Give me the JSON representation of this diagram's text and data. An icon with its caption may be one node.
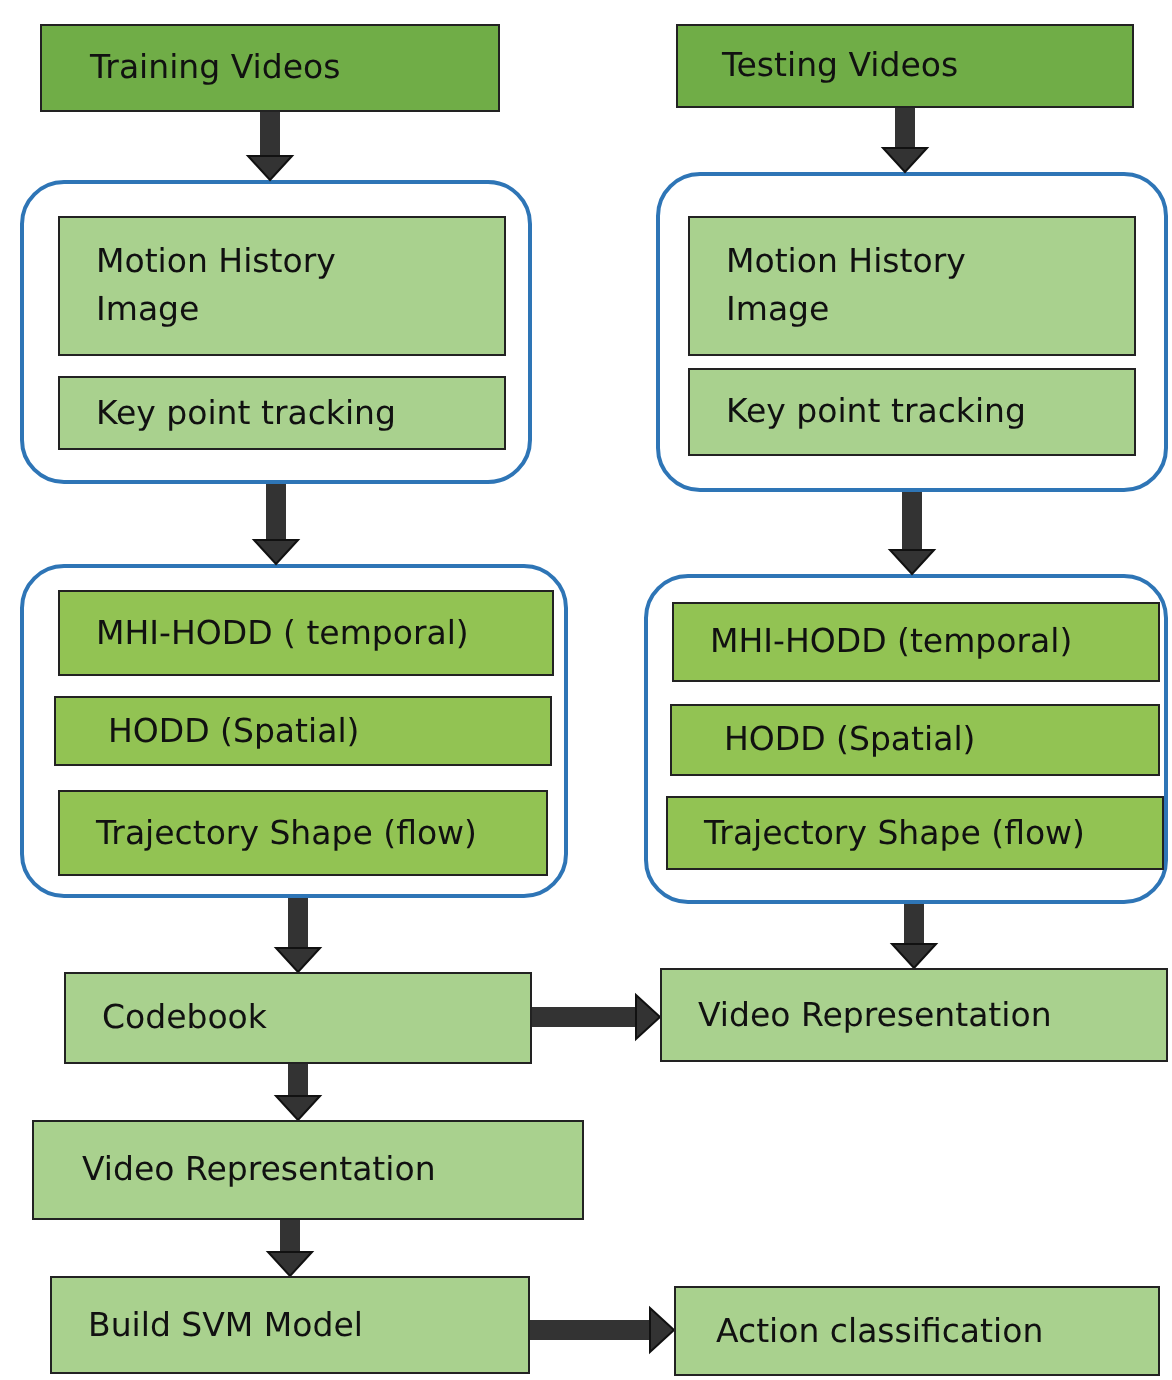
{
  "diagram": {
    "nodes": [
      {
        "text": [
          "Training Videos"
        ]
      },
      {
        "text": [],
        "shape": "box"
      },
      {
        "text": [
          "Motion History Image"
        ],
        "in": 1
      },
      {
        "text": [
          "Key point tracking"
        ],
        "in": 1
      },
      {
        "text": [
          "Testing Videos"
        ]
      },
      {
        "text": [],
        "shape": "box"
      },
      {
        "text": [
          "Motion History Image"
        ],
        "in": 5
      },
      {
        "text": [
          "Key point tracking"
        ],
        "in": 5
      },
      {
        "text": [],
        "shape": "box"
      },
      {
        "text": [
          "MHI-HODD ( temporal)"
        ],
        "in": 8
      },
      {
        "text": [
          "HODD (Spatial)"
        ],
        "in": 8
      },
      {
        "text": [
          "Trajectory Shape (flow)"
        ],
        "in": 8
      },
      {
        "text": [],
        "shape": "box"
      },
      {
        "text": [
          "MHI-HODD (temporal)"
        ],
        "in": 12
      },
      {
        "text": [
          "HODD (Spatial)"
        ],
        "in": 12
      },
      {
        "text": [
          "Trajectory Shape (flow)"
        ],
        "in": 12
      },
      {
        "text": [
          "Codebook"
        ]
      },
      {
        "text": [
          "Video Representation"
        ]
      },
      {
        "text": [
          "Video Representation"
        ]
      },
      {
        "text": [
          "Build SVM Model"
        ]
      },
      {
        "text": [
          "Action classification"
        ]
      }
    ],
    "edges": [
      {
        "from": 0,
        "to": 1,
        "arrow": "to"
      },
      {
        "from": 1,
        "to": 8,
        "arrow": "to"
      },
      {
        "from": 8,
        "to": 16,
        "arrow": "to"
      },
      {
        "from": 4,
        "to": 5,
        "arrow": "to"
      },
      {
        "from": 5,
        "to": 12,
        "arrow": "to"
      },
      {
        "from": 12,
        "to": 17,
        "arrow": "to"
      },
      {
        "from": 16,
        "to": 17,
        "arrow": "to"
      },
      {
        "from": 16,
        "to": 18,
        "arrow": "to"
      },
      {
        "from": 18,
        "to": 19,
        "arrow": "to"
      },
      {
        "from": 19,
        "to": 20,
        "arrow": "to"
      }
    ]
  }
}
